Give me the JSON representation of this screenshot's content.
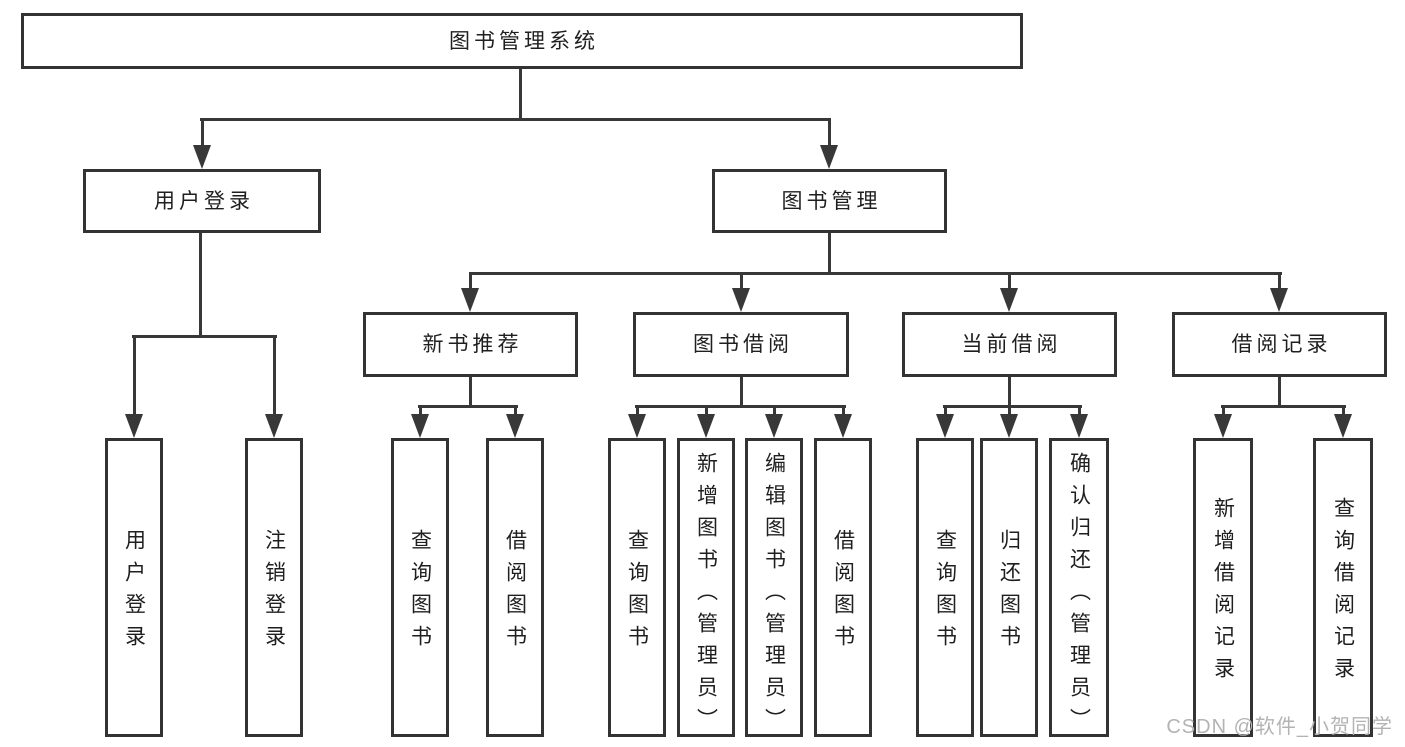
{
  "diagram_type": "hierarchy-tree",
  "colors": {
    "line": "#383838",
    "box_border": "#333333",
    "text": "#1f1f1f",
    "watermark": "#b3b3b3",
    "background": "#ffffff"
  },
  "tree": {
    "label": "图书管理系统",
    "children": [
      {
        "label": "用户登录",
        "children": [
          {
            "label": "用户登录"
          },
          {
            "label": "注销登录"
          }
        ]
      },
      {
        "label": "图书管理",
        "children": [
          {
            "label": "新书推荐",
            "children": [
              {
                "label": "查询图书"
              },
              {
                "label": "借阅图书"
              }
            ]
          },
          {
            "label": "图书借阅",
            "children": [
              {
                "label": "查询图书"
              },
              {
                "label": "新增图书（管理员）"
              },
              {
                "label": "编辑图书（管理员）"
              },
              {
                "label": "借阅图书"
              }
            ]
          },
          {
            "label": "当前借阅",
            "children": [
              {
                "label": "查询图书"
              },
              {
                "label": "归还图书"
              },
              {
                "label": "确认归还（管理员）"
              }
            ]
          },
          {
            "label": "借阅记录",
            "children": [
              {
                "label": "新增借阅记录"
              },
              {
                "label": "查询借阅记录"
              }
            ]
          }
        ]
      }
    ]
  },
  "watermark": {
    "text": "CSDN @软件_小贺同学"
  }
}
